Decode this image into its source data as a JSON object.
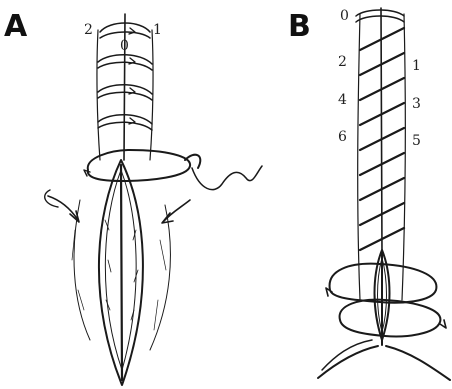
{
  "panel_a": {
    "letter": "A",
    "labels": {
      "left": "2",
      "center": "0",
      "right": "1"
    }
  },
  "panel_b": {
    "letter": "B",
    "labels": {
      "l0": "0",
      "l2": "2",
      "l4": "4",
      "l6": "6",
      "r1": "1",
      "r3": "3",
      "r5": "5"
    }
  }
}
